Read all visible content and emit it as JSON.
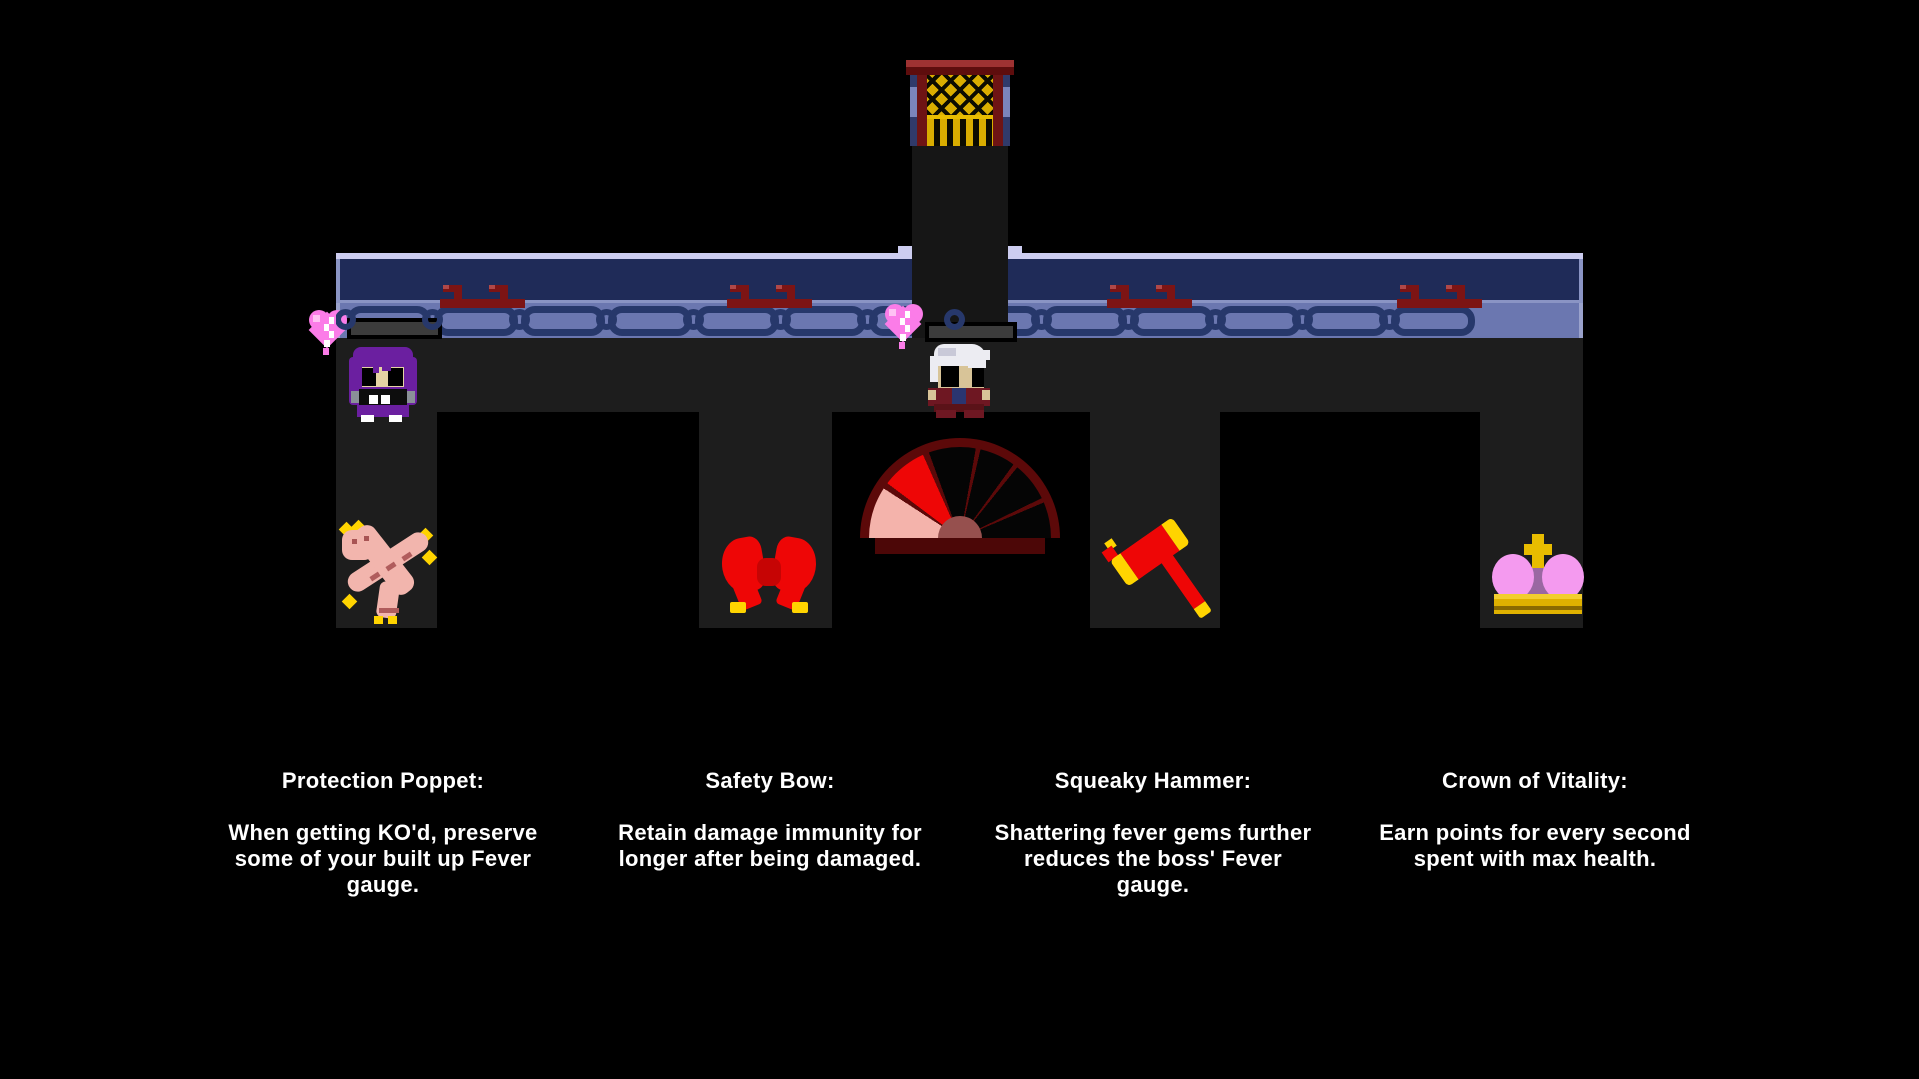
{
  "game_scene": {
    "upgrade_items": [
      {
        "name": "protection-poppet",
        "title": "Protection Poppet:",
        "description": "When getting KO'd, preserve some of your built up Fever gauge."
      },
      {
        "name": "safety-bow",
        "title": "Safety Bow:",
        "description": "Retain damage immunity for longer after being damaged."
      },
      {
        "name": "squeaky-hammer",
        "title": "Squeaky Hammer:",
        "description": "Shattering fever gems further reduces the boss' Fever gauge."
      },
      {
        "name": "crown-of-vitality",
        "title": "Crown of Vitality:",
        "description": "Earn points for every second spent with max health."
      }
    ],
    "players": [
      {
        "name": "purple-haired-character",
        "health_icon": "broken-heart-icon",
        "fever_gauge": "empty"
      },
      {
        "name": "white-haired-character",
        "health_icon": "broken-heart-icon",
        "fever_gauge": "empty"
      }
    ],
    "colors": {
      "background": "#000000",
      "platform": "#1d1d1d",
      "wall_navy": "#1f2b58",
      "wall_trim": "#cdcdf0",
      "wall_brick": "#6b77b0",
      "wall_brick_line": "#27386b",
      "gate_gold": "#d9ad00",
      "gate_frame": "#6e1414",
      "bracket_red": "#7c1414",
      "heart_pink": "#fb7ce8",
      "gauge_fill": "#3c3c3c",
      "fan_rim": "#5c0909",
      "fan_red": "#ee0606",
      "fan_pink": "#f4b3ab",
      "item_red": "#ee0606",
      "item_yellow": "#ffd400",
      "poppet_pink": "#f2b5ad",
      "crown_pink": "#f49aef",
      "crown_gold": "#dfb100"
    }
  }
}
